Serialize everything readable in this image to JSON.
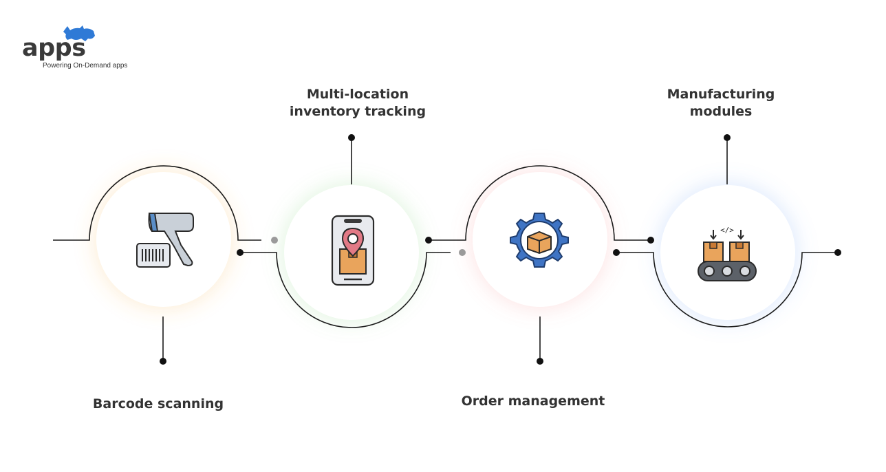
{
  "brand": {
    "name": "apps",
    "tagline": "Powering On-Demand apps",
    "accent_color": "#2f7ad6"
  },
  "steps": [
    {
      "label": "Barcode scanning",
      "icon": "barcode-scanner-icon",
      "glow": "#f6b24a"
    },
    {
      "label": "Multi-location inventory tracking",
      "icon": "phone-location-pin-icon",
      "glow": "#7fd17a"
    },
    {
      "label": "Order management",
      "icon": "gear-box-icon",
      "glow": "#f07a7a"
    },
    {
      "label": "Manufacturing modules",
      "icon": "conveyor-boxes-icon",
      "glow": "#6fa0f2"
    }
  ]
}
